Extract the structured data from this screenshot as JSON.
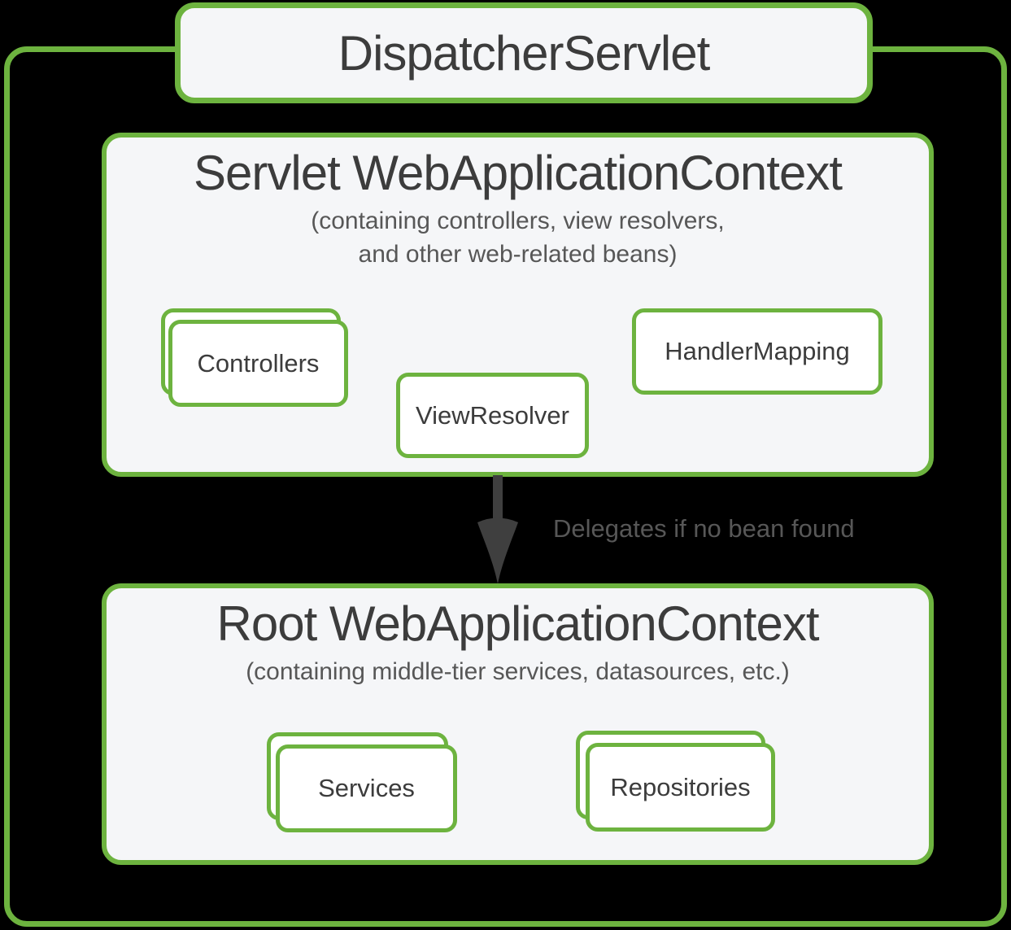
{
  "colors": {
    "green": "#6db33f",
    "panel_bg": "#f5f6f8",
    "box_bg": "#ffffff",
    "title_text": "#3c3c3c",
    "subtitle_text": "#575757",
    "arrow": "#3f3f3f",
    "page_bg": "#000000"
  },
  "dispatcher": {
    "label": "DispatcherServlet"
  },
  "servlet_context": {
    "title": "Servlet WebApplicationContext",
    "subtitle_line1": "(containing controllers, view resolvers,",
    "subtitle_line2": "and other web-related beans)",
    "controllers_label": "Controllers",
    "view_resolver_label": "ViewResolver",
    "handler_mapping_label": "HandlerMapping"
  },
  "delegation": {
    "arrow_label": "Delegates if no bean found"
  },
  "root_context": {
    "title": "Root WebApplicationContext",
    "subtitle": "(containing middle-tier services, datasources, etc.)",
    "services_label": "Services",
    "repositories_label": "Repositories"
  }
}
